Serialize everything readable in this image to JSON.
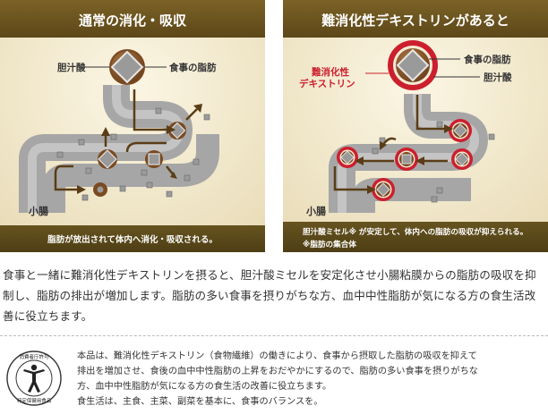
{
  "left_panel": {
    "title": "通常の消化・吸収",
    "label_bile": "胆汁酸",
    "label_fat": "食事の脂肪",
    "label_intestine": "小腸",
    "caption": "脂肪が放出されて体内へ消化・吸収される。"
  },
  "right_panel": {
    "title": "難消化性デキストリンがあると",
    "label_fat": "食事の脂肪",
    "label_bile": "胆汁酸",
    "label_dextrin_1": "難消化性",
    "label_dextrin_2": "デキストリン",
    "label_intestine": "小腸",
    "caption_line1": "胆汁酸ミセル※ が安定して、体内への脂肪の吸収が抑えられる。",
    "caption_line2": "※脂肪の集合体"
  },
  "description": "食事と一緒に難消化性デキストリンを摂ると、胆汁酸ミセルを安定化させ小腸粘膜からの脂肪の吸収を抑制し、脂肪の排出が増加します。脂肪の多い食事を摂りがちな方、血中中性脂肪が気になる方の食生活改善に役立ちます。",
  "badge": {
    "top_text": "消費者庁許可",
    "bottom_text": "特定保健用食品"
  },
  "note": {
    "line1": "本品は、難消化性デキストリン（食物繊維）の働きにより、食事から摂取した脂肪の吸収を抑えて",
    "line2": "排出を増加させ、食後の血中中性脂肪の上昇をおだやかにするので、脂肪の多い食事を摂りがちな",
    "line3": "方、血中中性脂肪が気になる方の食生活の改善に役立ちます。",
    "line4": "食生活は、主食、主菜、副菜を基本に、食事のバランスを。"
  },
  "colors": {
    "title_bar": "#6b5420",
    "panel_bg": "#f2ebd4",
    "intestine": "#a3a3a3",
    "caption_bar": "#5a4a1c",
    "dextrin_ring": "#cc1f2e",
    "fat_core": "#8c5a2e"
  }
}
